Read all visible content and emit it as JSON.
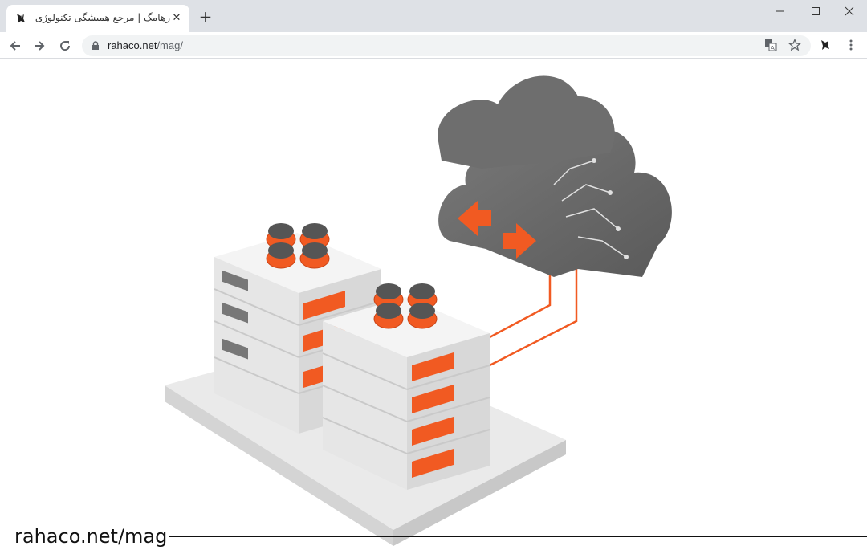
{
  "tab": {
    "title": "رهامگ | مرجع همیشگی تکنولوژی |"
  },
  "address_bar": {
    "domain": "rahaco.net",
    "path": "/mag/"
  },
  "footer": {
    "brand_text": "rahaco.net/mag"
  },
  "colors": {
    "accent": "#f15a22",
    "cloud": "#6b6b6b",
    "server": "#e8e8e8"
  }
}
